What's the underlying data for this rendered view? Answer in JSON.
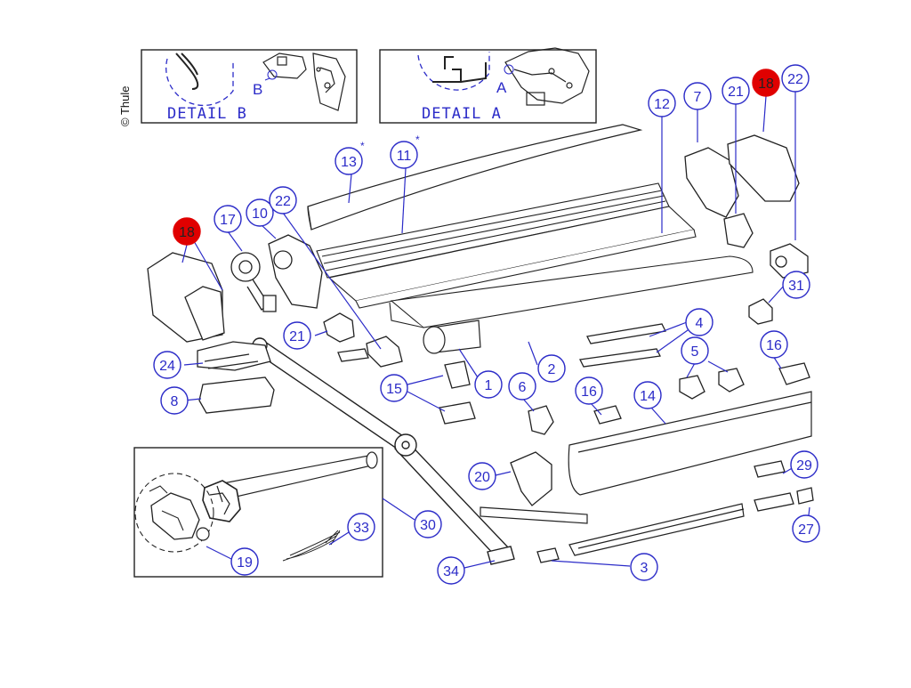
{
  "copyright": "© Thule",
  "details": {
    "b_label": "DETAIL B",
    "b_letter": "B",
    "a_label": "DETAIL A",
    "a_letter": "A"
  },
  "callouts": [
    "13",
    "11",
    "12",
    "7",
    "21",
    "18",
    "22",
    "17",
    "10",
    "22",
    "18",
    "31",
    "21",
    "4",
    "16",
    "24",
    "1",
    "2",
    "15",
    "6",
    "16",
    "14",
    "5",
    "8",
    "20",
    "29",
    "30",
    "27",
    "33",
    "19",
    "34",
    "3"
  ],
  "stars": [
    "*",
    "*"
  ],
  "colors": {
    "callout_line": "#2b2bc8",
    "highlight": "#e00000",
    "part_line": "#222222"
  }
}
